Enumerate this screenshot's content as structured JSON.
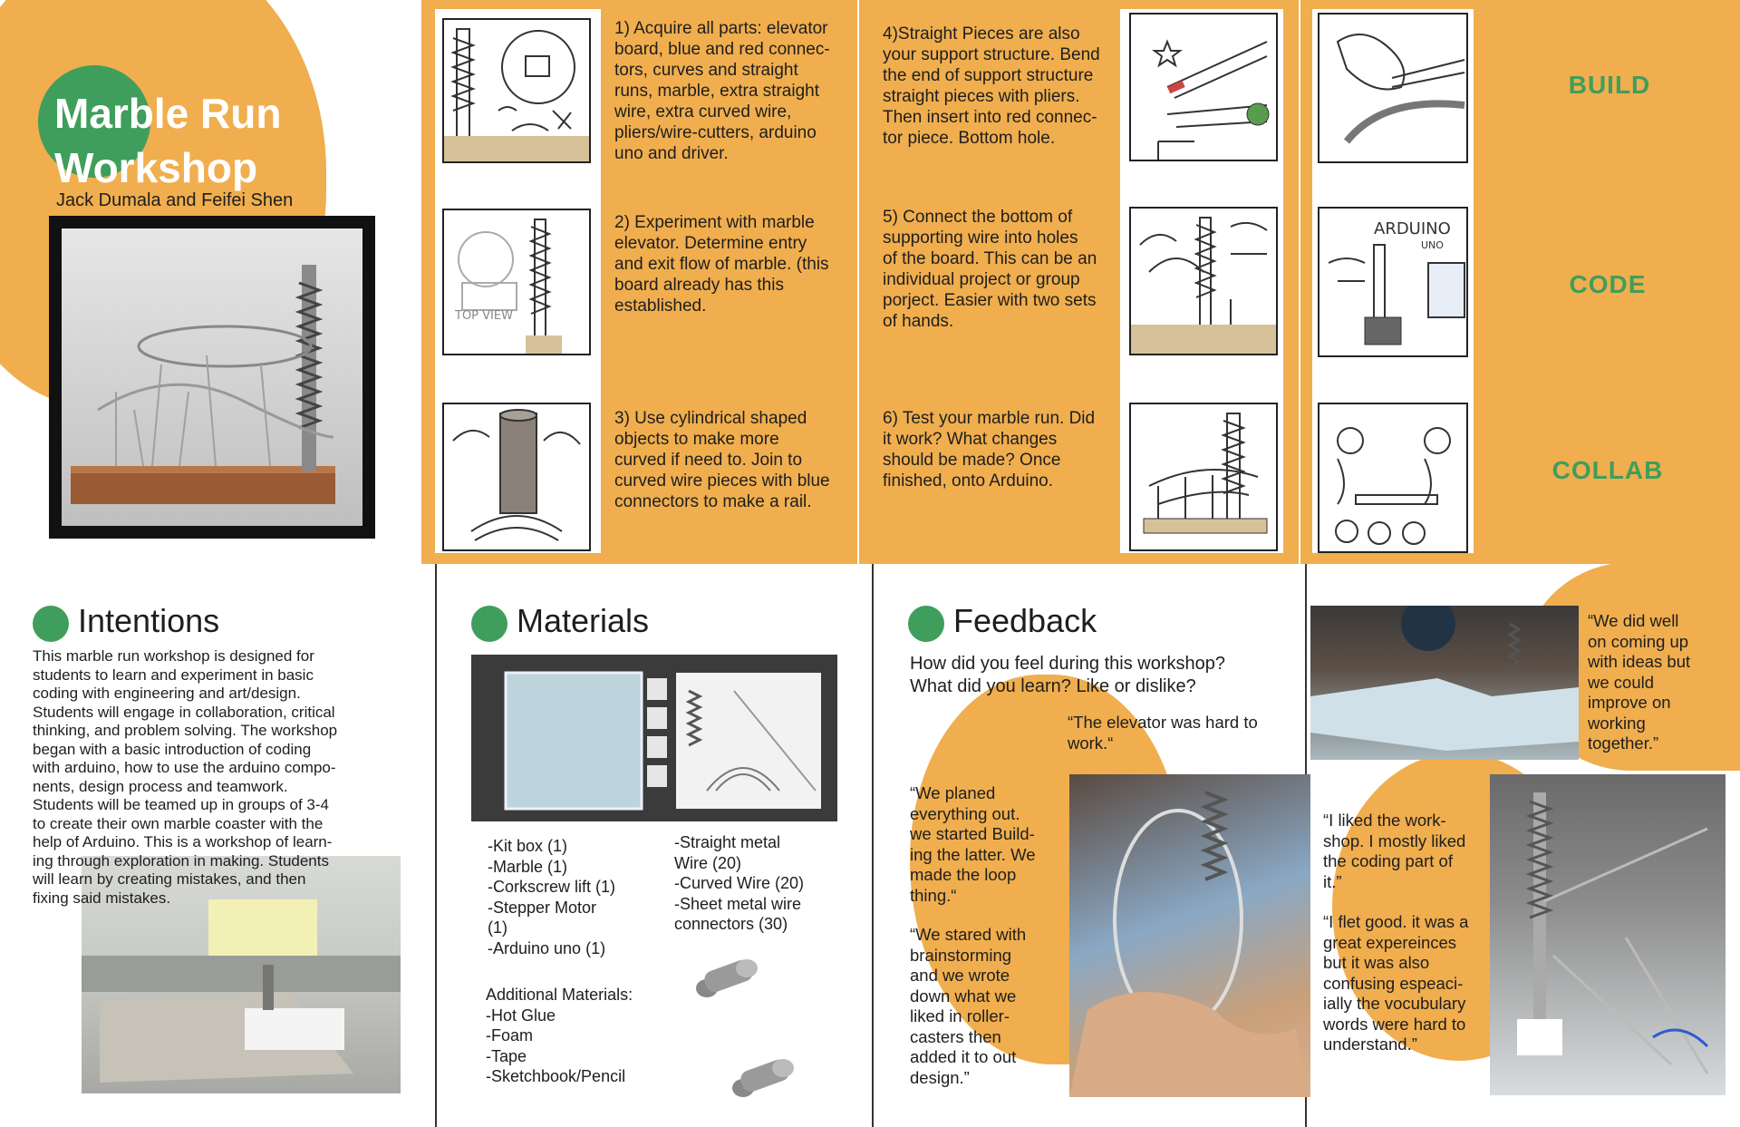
{
  "cover": {
    "title_line1": "Marble Run",
    "title_line2": "Workshop",
    "authors": "Jack Dumala and Feifei Shen"
  },
  "steps": {
    "s1": [
      "1) Acquire all parts: elevator",
      "board, blue and red connec-",
      "tors, curves and straight",
      "runs, marble, extra straight",
      "wire, extra curved wire,",
      "pliers/wire-cutters, arduino",
      "uno and driver."
    ],
    "s2": [
      "2) Experiment with marble",
      "elevator. Determine entry",
      "and exit flow of marble. (this",
      "board already has this",
      "established."
    ],
    "s3": [
      "3) Use cylindrical shaped",
      "objects to make more",
      "curved if need to. Join to",
      "curved wire pieces with blue",
      "connectors to make a rail."
    ],
    "s4": [
      "4)Straight Pieces are also",
      "your support structure. Bend",
      "the end of support structure",
      "straight pieces with pliers.",
      "Then insert into red connec-",
      "tor piece. Bottom hole."
    ],
    "s5": [
      "5) Connect the bottom of",
      "supporting wire into holes",
      "of the board. This can be an",
      "individual project or group",
      "porject. Easier with two sets",
      "of hands."
    ],
    "s6": [
      "6) Test your marble run. Did",
      "it work? What changes",
      "should be made? Once",
      "finished, onto Arduino."
    ]
  },
  "sketch_labels": {
    "top_view": "TOP VIEW",
    "arduino": "ARDUINO",
    "uno": "UNO"
  },
  "sidebar": {
    "build": "BUILD",
    "code": "CODE",
    "collab": "COLLAB"
  },
  "intentions": {
    "heading": "Intentions",
    "lines": [
      "This marble run workshop is designed for",
      "students to learn and experiment in basic",
      "coding with engineering and art/design.",
      "Students will engage in collaboration, critical",
      "thinking, and problem solving. The workshop",
      "began with a basic introduction of coding",
      "with arduino, how to use the arduino compo-",
      "nents, design process and teamwork.",
      "Students will be teamed up in groups of 3-4",
      "to create their own marble coaster with the",
      "help of Arduino. This is a workshop of learn-",
      "ing through exploration in making. Students",
      "will learn by creating mistakes, and then",
      "fixing said mistakes."
    ]
  },
  "materials": {
    "heading": "Materials",
    "left": [
      "-Kit box (1)",
      "-Marble (1)",
      "-Corkscrew lift (1)",
      "-Stepper Motor",
      "(1)",
      "-Arduino uno (1)"
    ],
    "right": [
      "-Straight metal",
      "Wire (20)",
      "-Curved Wire (20)",
      "-Sheet metal wire",
      "connectors (30)"
    ],
    "additional": [
      "Additional Materials:",
      "-Hot Glue",
      "-Foam",
      "-Tape",
      "-Sketchbook/Pencil"
    ]
  },
  "feedback": {
    "heading": "Feedback",
    "question": [
      "How did you feel during this workshop?",
      "What did you learn? Like or dislike?"
    ],
    "q1": [
      "“The elevator was hard to",
      "work.“"
    ],
    "q2": [
      "“We planed",
      "everything out.",
      "we started Build-",
      "ing the latter. We",
      "made the loop",
      "thing.“"
    ],
    "q3": [
      "“We stared with",
      "brainstorming",
      "and we wrote",
      "down what we",
      "liked in roller-",
      "casters then",
      "added it to out",
      "design.”"
    ]
  },
  "quotes": {
    "q4": [
      "“We did well",
      "on coming up",
      "with ideas but",
      "we could",
      "improve on",
      "working",
      "together.”"
    ],
    "q5": [
      "“I liked the work-",
      "shop. I mostly liked",
      "the coding part of",
      "it.”"
    ],
    "q6": [
      "“I flet good. it was a",
      "great expereinces",
      "but it was also",
      "confusing espeaci-",
      "ially the vocubulary",
      "words were hard to",
      "understand.”"
    ]
  },
  "colors": {
    "orange": "#F0AE4E",
    "green": "#3F9E5B"
  }
}
